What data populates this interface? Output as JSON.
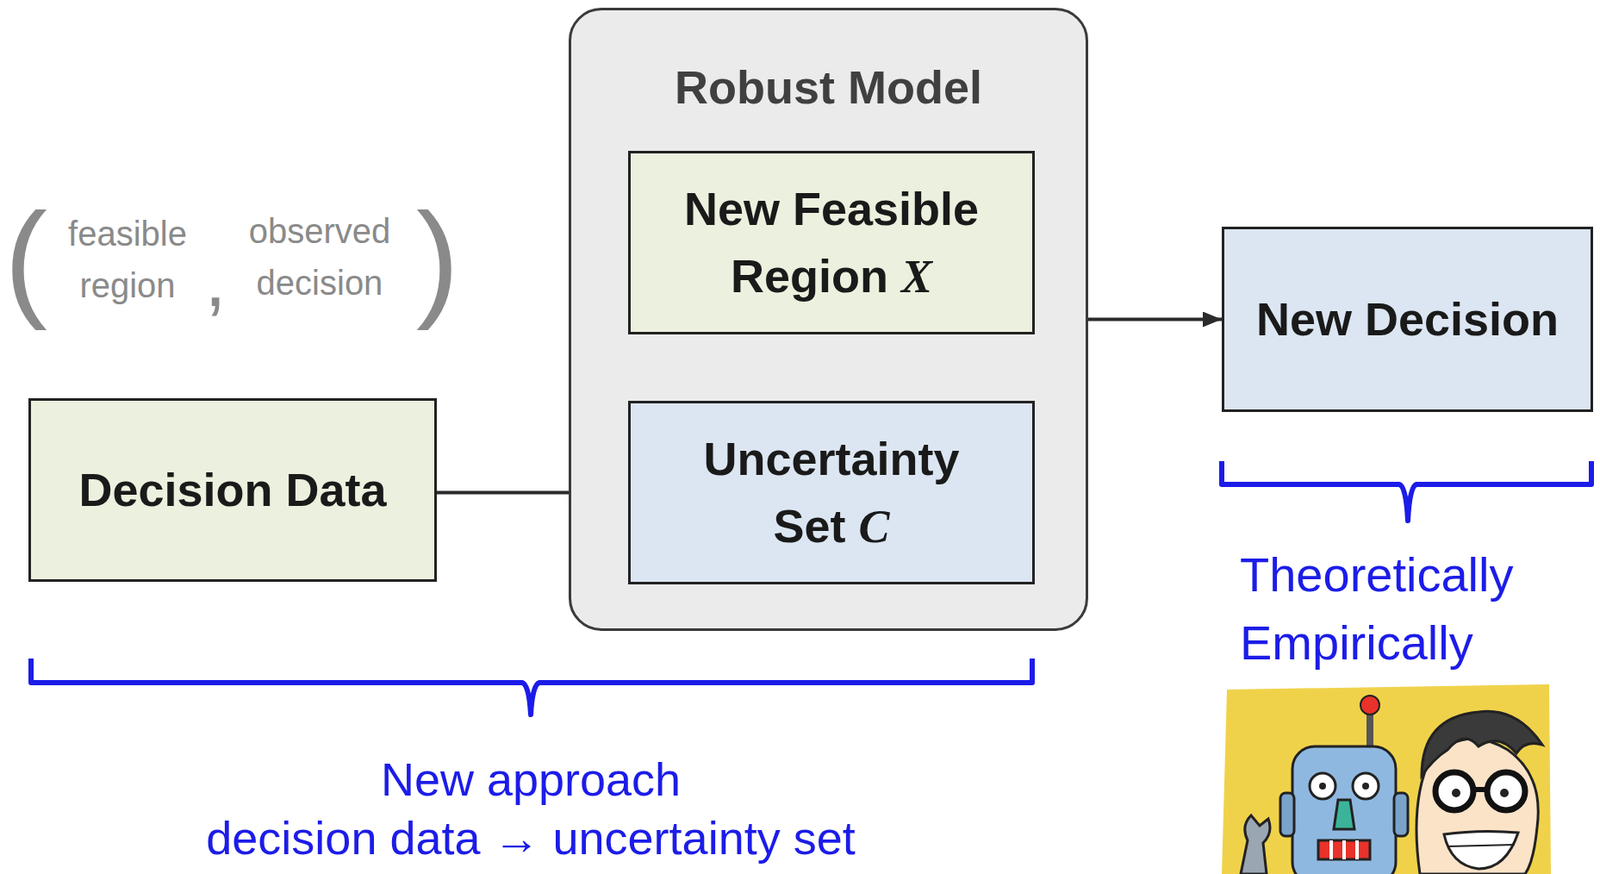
{
  "diagram": {
    "nodes": [
      {
        "text": [
          "Decision Data"
        ]
      },
      {
        "text": [
          "Robust Model"
        ]
      },
      {
        "text": [
          "New Feasible Region X"
        ],
        "in": 1
      },
      {
        "text": [
          "Uncertainty Set C"
        ],
        "in": 1
      },
      {
        "text": [
          "New Decision"
        ]
      }
    ],
    "edges": [
      {
        "from": 0,
        "to": 3,
        "arrow": "to"
      },
      {
        "from": 1,
        "to": 4,
        "arrow": "to"
      }
    ],
    "labels": [
      "(",
      "feasible region",
      ",",
      "observed decision",
      ")",
      "Theoretically",
      "Empirically",
      "New approach",
      "decision data → uncertainty set"
    ]
  }
}
